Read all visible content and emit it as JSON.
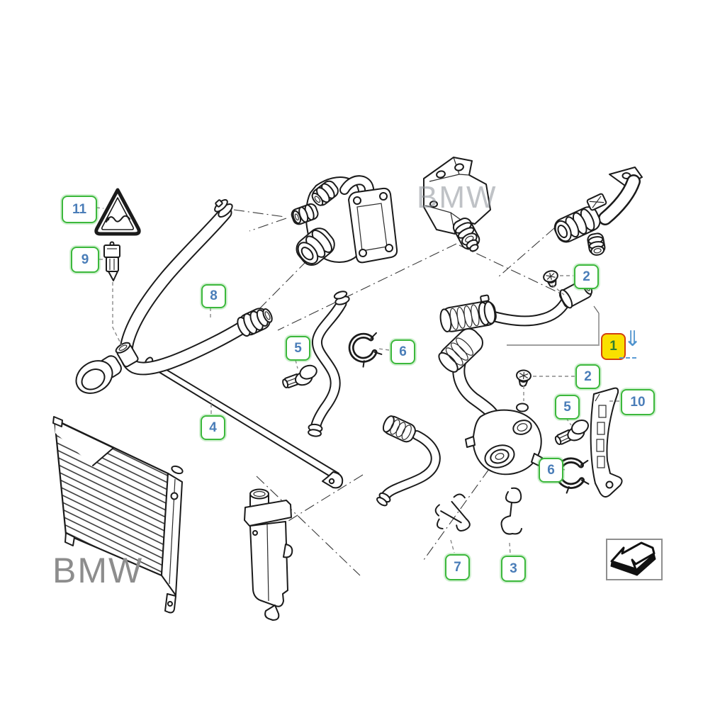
{
  "diagram": {
    "callouts": [
      {
        "label": "11",
        "highlighted": false
      },
      {
        "label": "9",
        "highlighted": false
      },
      {
        "label": "8",
        "highlighted": false
      },
      {
        "label": "5",
        "highlighted": false
      },
      {
        "label": "6",
        "highlighted": false
      },
      {
        "label": "4",
        "highlighted": false
      },
      {
        "label": "2",
        "highlighted": false
      },
      {
        "label": "1",
        "highlighted": true
      },
      {
        "label": "2",
        "highlighted": false
      },
      {
        "label": "5",
        "highlighted": false
      },
      {
        "label": "10",
        "highlighted": false
      },
      {
        "label": "6",
        "highlighted": false
      },
      {
        "label": "7",
        "highlighted": false
      },
      {
        "label": "3",
        "highlighted": false
      }
    ],
    "highlight": {
      "arrow_icon": "⇓"
    },
    "watermarks": {
      "top": "BMW",
      "bottom": "BMW"
    },
    "icons": {
      "down_arrow_icon": "⇓",
      "warning_triangle_icon": "triangle-with-snake-glyph",
      "view_direction_icon": "bent-3d-arrow-lower-left"
    },
    "colors": {
      "callout_border": "#3cb83c",
      "callout_number": "#4a7db8",
      "highlight_background": "#f9e000",
      "highlight_border": "#d2400e",
      "highlight_number": "#2e7d32",
      "arrow_blue": "#5b9bd5",
      "watermark_gray": "#8d8d8d",
      "line_art": "#1b1b1b"
    }
  }
}
